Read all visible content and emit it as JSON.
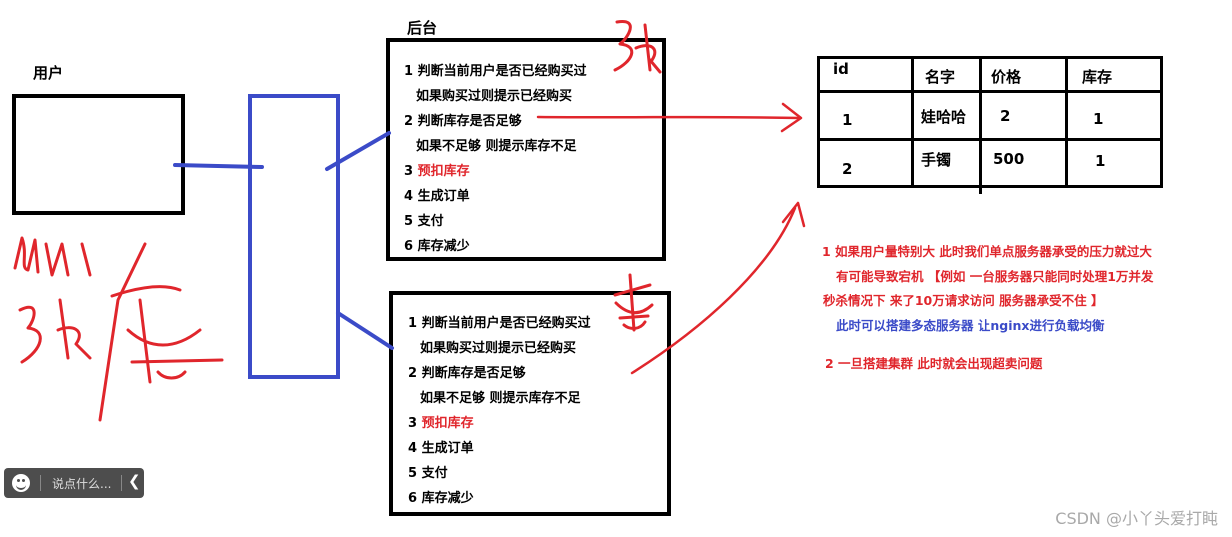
{
  "labels": {
    "user": "用户",
    "backend": "后台"
  },
  "server_steps": [
    {
      "num": "1",
      "text": "判断当前用户是否已经购买过",
      "color": "black"
    },
    {
      "num": "",
      "text": "如果购买过则提示已经购买",
      "color": "black"
    },
    {
      "num": "2",
      "text": "判断库存是否足够",
      "color": "black"
    },
    {
      "num": "",
      "text": "如果不足够 则提示库存不足",
      "color": "black"
    },
    {
      "num": "3",
      "text": "预扣库存",
      "color": "red"
    },
    {
      "num": "4",
      "text": "生成订单",
      "color": "black"
    },
    {
      "num": "5",
      "text": "支付",
      "color": "black"
    },
    {
      "num": "6",
      "text": "库存减少",
      "color": "black"
    }
  ],
  "table": {
    "headers": [
      "id",
      "名字",
      "价格",
      "库存"
    ],
    "rows": [
      [
        "1",
        "娃哈哈",
        "2",
        "1"
      ],
      [
        "2",
        "手镯",
        "500",
        "1"
      ]
    ]
  },
  "notes": {
    "n1_line1": "1  如果用户量特别大 此时我们单点服务器承受的压力就过大",
    "n1_line2": "有可能导致宕机 【例如 一台服务器只能同时处理1万并发",
    "n1_line3": "秒杀情况下 来了10万请求访问 服务器承受不住 】",
    "n1_line4": "此时可以搭建多态服务器  让nginx进行负载均衡",
    "n2": "2 一旦搭建集群 此时就会出现超卖问题"
  },
  "chat_widget": {
    "placeholder": "说点什么...",
    "icon": "smile-icon",
    "back_icon": "chevron-left-icon"
  },
  "watermark": "CSDN @小丫头爱打盹",
  "colors": {
    "annotation_red": "#e0262c",
    "connector_blue": "#3b4bc8",
    "note_blue": "#3b4bc8",
    "border": "#000000"
  }
}
